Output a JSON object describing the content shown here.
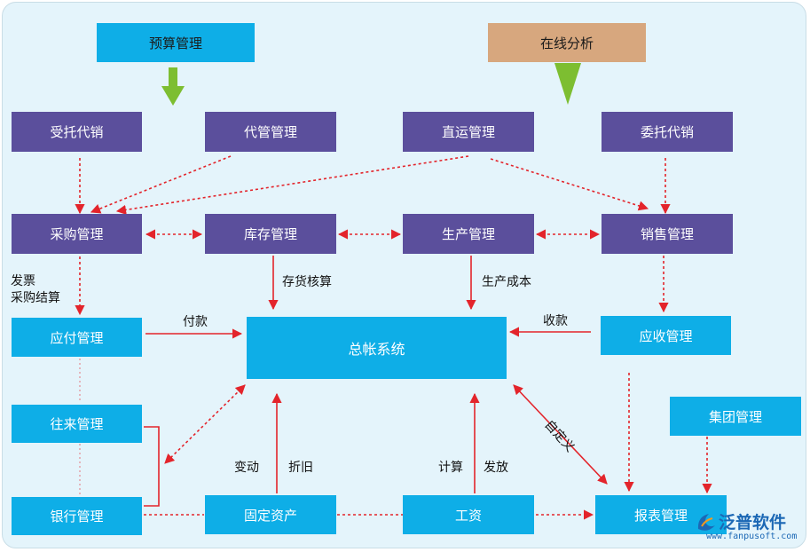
{
  "nodes": {
    "budget": "预算管理",
    "online_analysis": "在线分析",
    "consignment_sales": "受托代销",
    "agency_management": "代管管理",
    "direct_shipping": "直运管理",
    "entrusted_agency_sales": "委托代销",
    "purchasing": "采购管理",
    "inventory": "库存管理",
    "production": "生产管理",
    "sales": "销售管理",
    "payables": "应付管理",
    "general_ledger": "总帐系统",
    "receivables": "应收管理",
    "transactions": "往来管理",
    "group_management": "集团管理",
    "bank": "银行管理",
    "fixed_assets": "固定资产",
    "wages": "工资",
    "reports": "报表管理"
  },
  "labels": {
    "invoice": "发票",
    "purchase_settlement": "采购结算",
    "inventory_accounting": "存货核算",
    "production_cost": "生产成本",
    "payment": "付款",
    "collection": "收款",
    "custom": "自定义",
    "change": "变动",
    "depreciation": "折旧",
    "calculate": "计算",
    "distribute": "发放"
  },
  "logo": {
    "name": "泛普软件",
    "url": "www.fanpusoft.com"
  },
  "colors": {
    "panel": "#e4f4fb",
    "purple_box": "#5b4f9c",
    "blue_box": "#0eaee7",
    "tan_box": "#d7a77e",
    "arrow_red": "#e3242b",
    "arrow_green": "#7dbe31"
  }
}
